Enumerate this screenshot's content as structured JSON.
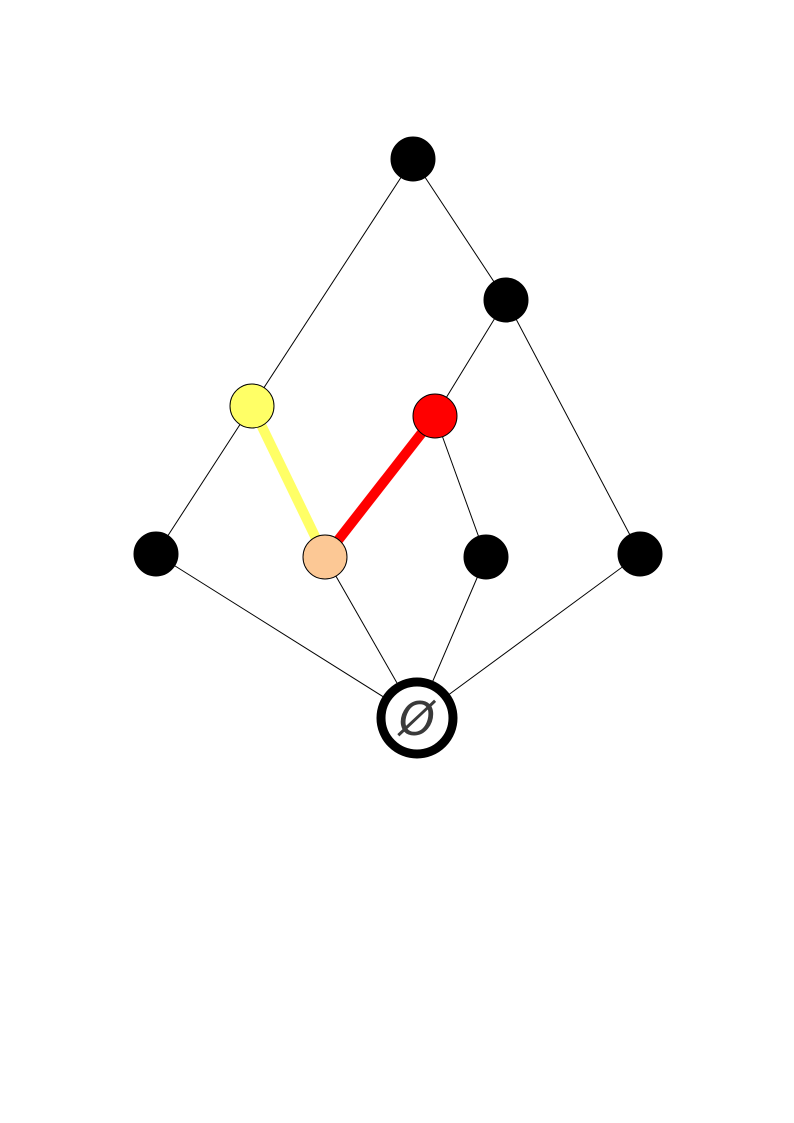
{
  "diagram": {
    "bottom_label": "Ø",
    "colors": {
      "node_default": "#000000",
      "edge_default": "#000000",
      "yellow": "#ffff66",
      "red": "#ff0000",
      "peach": "#fcc895"
    },
    "nodes": [
      {
        "id": "top",
        "color": "node_default"
      },
      {
        "id": "upper-right",
        "color": "node_default"
      },
      {
        "id": "middle-left",
        "color": "yellow"
      },
      {
        "id": "middle-right",
        "color": "red"
      },
      {
        "id": "lower-1",
        "color": "node_default"
      },
      {
        "id": "lower-2",
        "color": "peach"
      },
      {
        "id": "lower-3",
        "color": "node_default"
      },
      {
        "id": "lower-4",
        "color": "node_default"
      },
      {
        "id": "bottom",
        "color": "empty"
      }
    ],
    "edges": [
      {
        "from": "top",
        "to": "middle-left",
        "color": "edge_default",
        "highlighted": false
      },
      {
        "from": "top",
        "to": "upper-right",
        "color": "edge_default",
        "highlighted": false
      },
      {
        "from": "upper-right",
        "to": "middle-right",
        "color": "edge_default",
        "highlighted": false
      },
      {
        "from": "upper-right",
        "to": "lower-4",
        "color": "edge_default",
        "highlighted": false
      },
      {
        "from": "middle-left",
        "to": "lower-1",
        "color": "edge_default",
        "highlighted": false
      },
      {
        "from": "middle-left",
        "to": "lower-2",
        "color": "yellow",
        "highlighted": true
      },
      {
        "from": "middle-right",
        "to": "lower-2",
        "color": "red",
        "highlighted": true
      },
      {
        "from": "middle-right",
        "to": "lower-3",
        "color": "edge_default",
        "highlighted": false
      },
      {
        "from": "lower-1",
        "to": "bottom",
        "color": "edge_default",
        "highlighted": false
      },
      {
        "from": "lower-2",
        "to": "bottom",
        "color": "edge_default",
        "highlighted": false
      },
      {
        "from": "lower-3",
        "to": "bottom",
        "color": "edge_default",
        "highlighted": false
      },
      {
        "from": "lower-4",
        "to": "bottom",
        "color": "edge_default",
        "highlighted": false
      }
    ]
  }
}
